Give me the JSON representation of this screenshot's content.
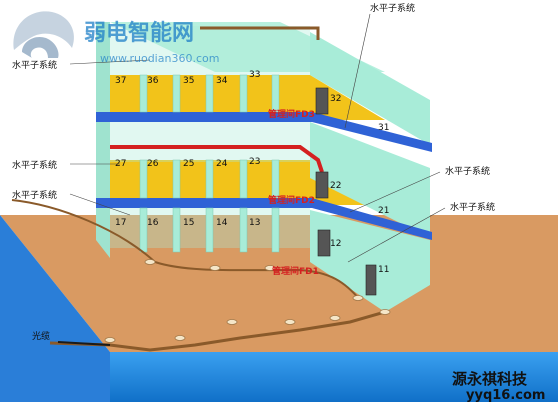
{
  "watermark": {
    "title": "弱电智能网",
    "url": "www.ruodian360.com",
    "corner_title": "源永祺科技",
    "corner_url": "yyq16.com"
  },
  "labels": {
    "horizontal_subsystem": "水平子系统",
    "fiber": "光缆",
    "fd1": "管理间FD1",
    "fd2": "管理间FD2",
    "fd3": "管理间FD3"
  },
  "floors": {
    "floor3_rooms": [
      "37",
      "36",
      "35",
      "34",
      "33",
      "32",
      "31"
    ],
    "floor2_rooms": [
      "27",
      "26",
      "25",
      "24",
      "23",
      "22",
      "21"
    ],
    "floor1_rooms": [
      "17",
      "16",
      "15",
      "14",
      "13",
      "12",
      "11"
    ]
  },
  "colors": {
    "ground": "#d99a62",
    "water": "#1a88e0",
    "floor_yellow": "#f2c31a",
    "wall_mint": "#a8ecd8",
    "slab_blue": "#2f62d6",
    "red_cable": "#d42020",
    "brown_cable": "#8a5a2a"
  }
}
